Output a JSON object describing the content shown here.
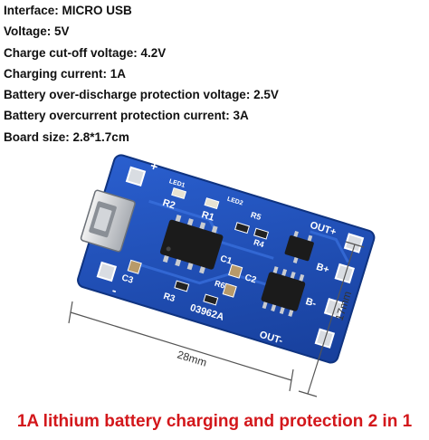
{
  "specs": [
    "Interface: MICRO USB",
    "Voltage: 5V",
    "Charge cut-off voltage: 4.2V",
    "Charging current: 1A",
    "Battery over-discharge protection voltage: 2.5V",
    "Battery overcurrent protection current: 3A",
    "Board size: 2.8*1.7cm"
  ],
  "board": {
    "silkscreen": {
      "led1": "LED1",
      "led2": "LED2",
      "r2": "R2",
      "r1": "R1",
      "r5": "R5",
      "c1": "C1",
      "c2": "C2",
      "r6": "R6",
      "c3": "C3",
      "r3": "R3",
      "r4": "R4",
      "code": "03962A",
      "out_plus": "OUT+",
      "out_minus": "OUT-",
      "b_plus": "B+",
      "b_minus": "B-",
      "plus": "+",
      "minus": "-"
    },
    "dimensions": {
      "width": "28mm",
      "height": "17mm"
    },
    "colors": {
      "pcb": "#1f4fb8",
      "pcb_edge": "#123a91",
      "silkscreen": "#ffffff",
      "pad": "#d9dde2",
      "chip": "#1b1b1b",
      "dimension_line": "#555555"
    }
  },
  "caption": "1A lithium battery charging and protection 2 in 1"
}
